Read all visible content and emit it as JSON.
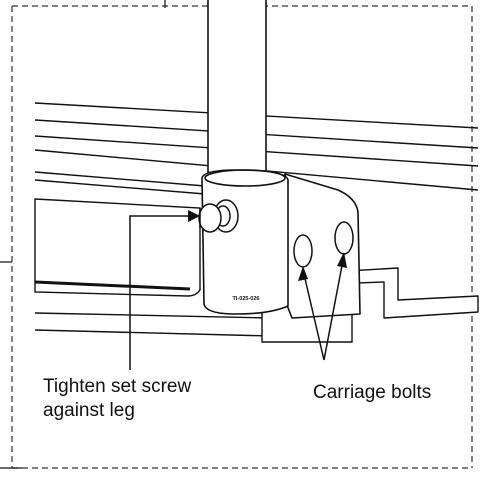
{
  "figure": {
    "part_number": "TI-025-026",
    "callouts": {
      "set_screw_line1": "Tighten set screw",
      "set_screw_line2": "against leg",
      "carriage_bolts": "Carriage bolts"
    }
  },
  "colors": {
    "line": "#111111",
    "background": "#ffffff",
    "frame_dash": "#333333"
  },
  "icons": [
    "set-screw-icon",
    "carriage-bolt-icon",
    "leg-post-icon",
    "mounting-bracket-icon"
  ]
}
